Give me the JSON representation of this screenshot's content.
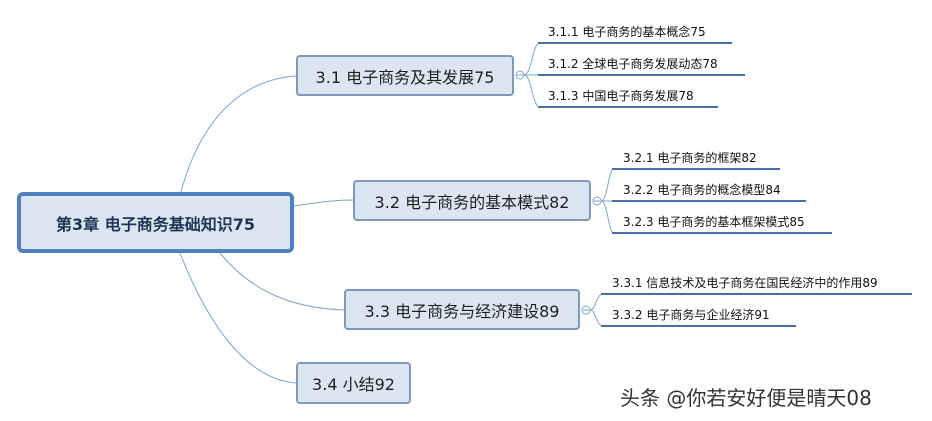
{
  "root": {
    "label": "第3章  电子商务基础知识75"
  },
  "sections": [
    {
      "label": "3.1  电子商务及其发展75",
      "children": [
        "3.1.1  电子商务的基本概念75",
        "3.1.2  全球电子商务发展动态78",
        "3.1.3  中国电子商务发展78"
      ]
    },
    {
      "label": "3.2  电子商务的基本模式82",
      "children": [
        "3.2.1  电子商务的框架82",
        "3.2.2  电子商务的概念模型84",
        "3.2.3  电子商务的基本框架模式85"
      ]
    },
    {
      "label": "3.3  电子商务与经济建设89",
      "children": [
        "3.3.1  信息技术及电子商务在国民经济中的作用89",
        "3.3.2  电子商务与企业经济91"
      ]
    },
    {
      "label": "3.4  小结92",
      "children": []
    }
  ],
  "watermark": "头条 @你若安好便是晴天08",
  "colors": {
    "box_fill": "#dce6f2",
    "box_border": "#7f98bd",
    "root_border": "#4f81bd",
    "connector": "#7ea3cc",
    "underline": "#4a6fa8"
  }
}
